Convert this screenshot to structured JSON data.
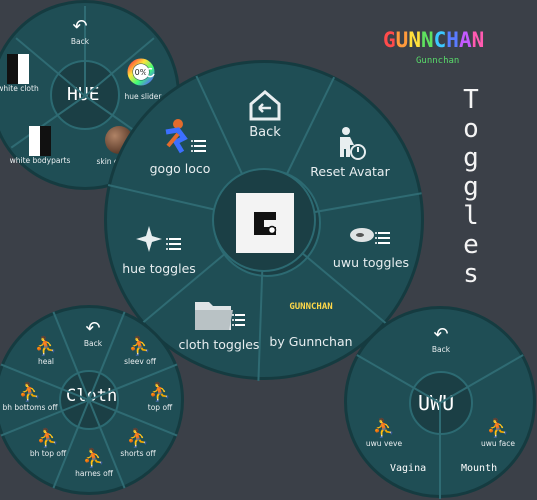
{
  "brand": {
    "title": "GUNNCHAN",
    "title_colors": [
      "#ff4b4b",
      "#ff9a3c",
      "#ffe03c",
      "#5fe05f",
      "#3cc8ff",
      "#5a7bff",
      "#c45aff",
      "#ff5ab0"
    ],
    "subtitle": "Gunnchan"
  },
  "side_title": "Toggles",
  "main_menu": {
    "center_icon": "gunnchan-logo-icon",
    "items": [
      {
        "label": "Back",
        "icon": "home-back-icon"
      },
      {
        "label": "Reset Avatar",
        "icon": "reset-avatar-icon"
      },
      {
        "label": "uwu toggles",
        "icon": "uwu-icon"
      },
      {
        "label": "by Gunnchan",
        "icon": "gunnchan-mini-logo-icon"
      },
      {
        "label": "cloth toggles",
        "icon": "folder-icon"
      },
      {
        "label": "hue toggles",
        "icon": "sparkle-icon"
      },
      {
        "label": "gogo loco",
        "icon": "runner-icon"
      }
    ]
  },
  "hue_menu": {
    "center_label": "HUE",
    "items": [
      {
        "label": "Back"
      },
      {
        "label": "hue slider",
        "value": "0%"
      },
      {
        "label": "skin change"
      },
      {
        "label": "white bodyparts"
      },
      {
        "label": "white cloth"
      }
    ]
  },
  "cloth_menu": {
    "center_label": "Cloth",
    "items": [
      {
        "label": "Back"
      },
      {
        "label": "sleev off"
      },
      {
        "label": "top off"
      },
      {
        "label": "shorts off"
      },
      {
        "label": "harnes off"
      },
      {
        "label": "bh top off"
      },
      {
        "label": "bh bottoms off"
      },
      {
        "label": "heal"
      }
    ]
  },
  "uwu_menu": {
    "center_label": "UWU",
    "items": [
      {
        "label": "Back"
      },
      {
        "label": "uwu face"
      },
      {
        "label": "uwu veve"
      }
    ],
    "footer_left": "Vagina",
    "footer_right": "Mounth"
  },
  "colors": {
    "background": "#3b4048",
    "menu_fill": "#1f4e55",
    "spoke": "#2f6b73"
  }
}
